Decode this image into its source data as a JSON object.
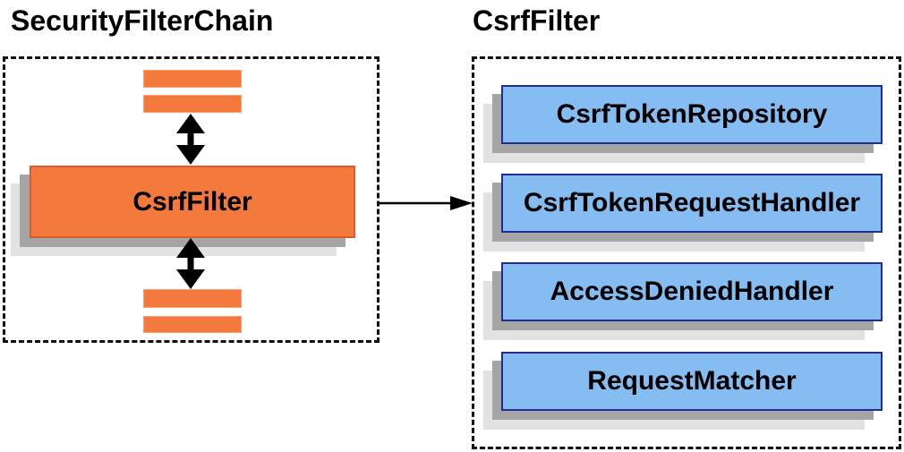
{
  "left_panel": {
    "title": "SecurityFilterChain",
    "filter_box_label": "CsrfFilter",
    "other_filter_bars_above": 2,
    "other_filter_bars_below": 2
  },
  "right_panel": {
    "title": "CsrfFilter",
    "components": [
      {
        "label": "CsrfTokenRepository"
      },
      {
        "label": "CsrfTokenRequestHandler"
      },
      {
        "label": "AccessDeniedHandler"
      },
      {
        "label": "RequestMatcher"
      }
    ]
  },
  "icons": {
    "vertical_arrows": "bidirectional-arrow-icon",
    "connector": "flow-arrow-icon"
  },
  "colors": {
    "filter_fill": "#F4793C",
    "filter_border": "#DE5A2C",
    "component_fill": "#85BCF2",
    "component_border": "#1F2D94",
    "shadow_dark": "#A5A5A5",
    "shadow_light": "#E2E2E2",
    "dashed_border": "#0D0D0D",
    "arrow": "#000000",
    "text": "#000000"
  }
}
